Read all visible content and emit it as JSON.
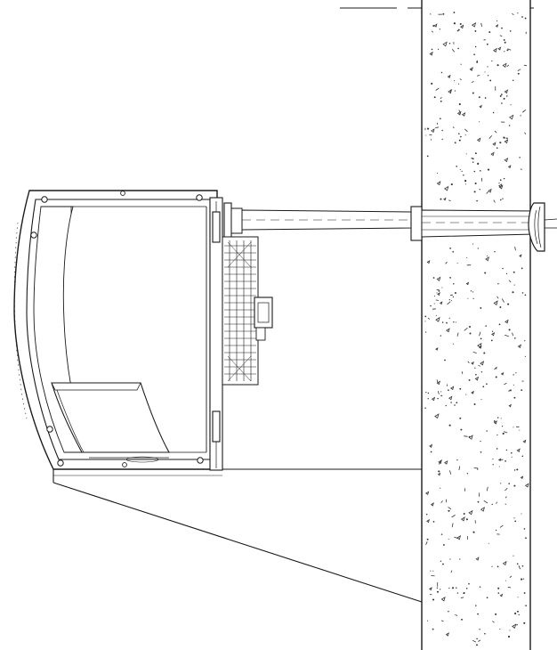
{
  "diagram": {
    "components": [
      {
        "id": "wall",
        "kind": "concrete-wall"
      },
      {
        "id": "housing",
        "kind": "unit-housing"
      },
      {
        "id": "fan",
        "kind": "axial-fan"
      },
      {
        "id": "duct",
        "kind": "through-wall-duct"
      },
      {
        "id": "terminal",
        "kind": "wall-terminal"
      },
      {
        "id": "bracket",
        "kind": "support-bracket"
      }
    ],
    "stroke_color": "#1a1a1a",
    "background_color": "#ffffff"
  }
}
